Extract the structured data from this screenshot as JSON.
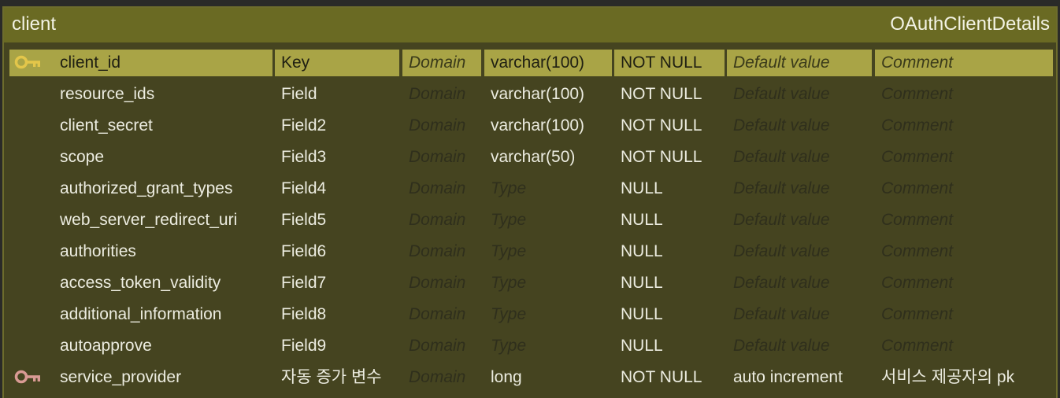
{
  "entity": {
    "logical_name": "client",
    "physical_name": "OAuthClientDetails"
  },
  "colors": {
    "header_bg": "#6a6a23",
    "body_bg": "#454420",
    "selected_row_bg": "#a9a446",
    "pk_key_icon": "#e3c64a",
    "fk_key_icon": "#d99a94"
  },
  "rows": [
    {
      "icon": "primary-key-icon",
      "name": "client_id",
      "key": "Key",
      "domain": "Domain",
      "type": "varchar(100)",
      "null": "NOT NULL",
      "default": "Default value",
      "comment": "Comment"
    },
    {
      "icon": "",
      "name": "resource_ids",
      "key": "Field",
      "domain": "Domain",
      "type": "varchar(100)",
      "null": "NOT NULL",
      "default": "Default value",
      "comment": "Comment"
    },
    {
      "icon": "",
      "name": "client_secret",
      "key": "Field2",
      "domain": "Domain",
      "type": "varchar(100)",
      "null": "NOT NULL",
      "default": "Default value",
      "comment": "Comment"
    },
    {
      "icon": "",
      "name": "scope",
      "key": "Field3",
      "domain": "Domain",
      "type": "varchar(50)",
      "null": "NOT NULL",
      "default": "Default value",
      "comment": "Comment"
    },
    {
      "icon": "",
      "name": "authorized_grant_types",
      "key": "Field4",
      "domain": "Domain",
      "type": "Type",
      "null": "NULL",
      "default": "Default value",
      "comment": "Comment"
    },
    {
      "icon": "",
      "name": "web_server_redirect_uri",
      "key": "Field5",
      "domain": "Domain",
      "type": "Type",
      "null": "NULL",
      "default": "Default value",
      "comment": "Comment"
    },
    {
      "icon": "",
      "name": "authorities",
      "key": "Field6",
      "domain": "Domain",
      "type": "Type",
      "null": "NULL",
      "default": "Default value",
      "comment": "Comment"
    },
    {
      "icon": "",
      "name": "access_token_validity",
      "key": "Field7",
      "domain": "Domain",
      "type": "Type",
      "null": "NULL",
      "default": "Default value",
      "comment": "Comment"
    },
    {
      "icon": "",
      "name": "additional_information",
      "key": "Field8",
      "domain": "Domain",
      "type": "Type",
      "null": "NULL",
      "default": "Default value",
      "comment": "Comment"
    },
    {
      "icon": "",
      "name": "autoapprove",
      "key": "Field9",
      "domain": "Domain",
      "type": "Type",
      "null": "NULL",
      "default": "Default value",
      "comment": "Comment"
    },
    {
      "icon": "foreign-key-icon",
      "name": "service_provider",
      "key": "자동 증가 변수",
      "domain": "Domain",
      "type": "long",
      "null": "NOT NULL",
      "default": "auto increment",
      "comment": "서비스 제공자의 pk"
    }
  ]
}
